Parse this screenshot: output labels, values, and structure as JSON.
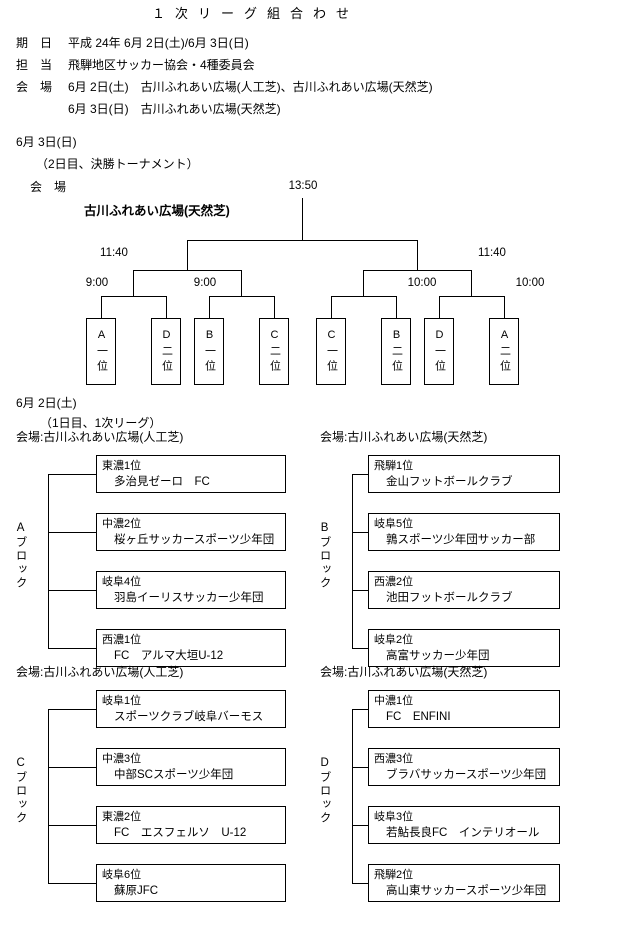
{
  "title": "１次リーグ組合わせ",
  "meta": {
    "date_label": "期　日",
    "date_value": "平成 24年 6月 2日(土)/6月 3日(日)",
    "staff_label": "担　当",
    "staff_value": "飛騨地区サッカー協会・4種委員会",
    "venue_label": "会　場",
    "venue_line1": "6月 2日(土)　古川ふれあい広場(人工芝)、古川ふれあい広場(天然芝)",
    "venue_line2": "6月 3日(日)　古川ふれあい広場(天然芝)"
  },
  "finals": {
    "date_heading": "6月 3日(日)",
    "subheading": "（2日目、決勝トーナメント）",
    "venue_label": "会　場",
    "venue_name": "古川ふれあい広場(天然芝)",
    "final_time": "13:50",
    "semi_times": [
      "11:40",
      "11:40"
    ],
    "quarter_times": [
      "9:00",
      "9:00",
      "10:00",
      "10:00"
    ],
    "slots": [
      "A一位",
      "D二位",
      "B一位",
      "C二位",
      "C一位",
      "B二位",
      "D一位",
      "A二位"
    ]
  },
  "league": {
    "date_heading": "6月 2日(土)",
    "subheading": "（1日目、1次リーグ）",
    "blocks": [
      {
        "venue": "会場:古川ふれあい広場(人工芝)",
        "name": "Aブロック",
        "teams": [
          {
            "seed": "東濃1位",
            "team": "多治見ゼーロ　FC"
          },
          {
            "seed": "中濃2位",
            "team": "桜ヶ丘サッカースポーツ少年団"
          },
          {
            "seed": "岐阜4位",
            "team": "羽島イーリスサッカー少年団"
          },
          {
            "seed": "西濃1位",
            "team": "FC　アルマ大垣U-12"
          }
        ]
      },
      {
        "venue": "会場:古川ふれあい広場(天然芝)",
        "name": "Bブロック",
        "teams": [
          {
            "seed": "飛騨1位",
            "team": "金山フットボールクラブ"
          },
          {
            "seed": "岐阜5位",
            "team": "鶉スポーツ少年団サッカー部"
          },
          {
            "seed": "西濃2位",
            "team": "池田フットボールクラブ"
          },
          {
            "seed": "岐阜2位",
            "team": "高富サッカー少年団"
          }
        ]
      },
      {
        "venue": "会場:古川ふれあい広場(人工芝)",
        "name": "Cブロック",
        "teams": [
          {
            "seed": "岐阜1位",
            "team": "スポーツクラブ岐阜バーモス"
          },
          {
            "seed": "中濃3位",
            "team": "中部SCスポーツ少年団"
          },
          {
            "seed": "東濃2位",
            "team": "FC　エスフェルソ　U-12"
          },
          {
            "seed": "岐阜6位",
            "team": "蘇原JFC"
          }
        ]
      },
      {
        "venue": "会場:古川ふれあい広場(天然芝)",
        "name": "Dブロック",
        "teams": [
          {
            "seed": "中濃1位",
            "team": "FC　ENFINI"
          },
          {
            "seed": "西濃3位",
            "team": "ブラバサッカースポーツ少年団"
          },
          {
            "seed": "岐阜3位",
            "team": "若鮎長良FC　インテリオール"
          },
          {
            "seed": "飛騨2位",
            "team": "高山東サッカースポーツ少年団"
          }
        ]
      }
    ]
  }
}
